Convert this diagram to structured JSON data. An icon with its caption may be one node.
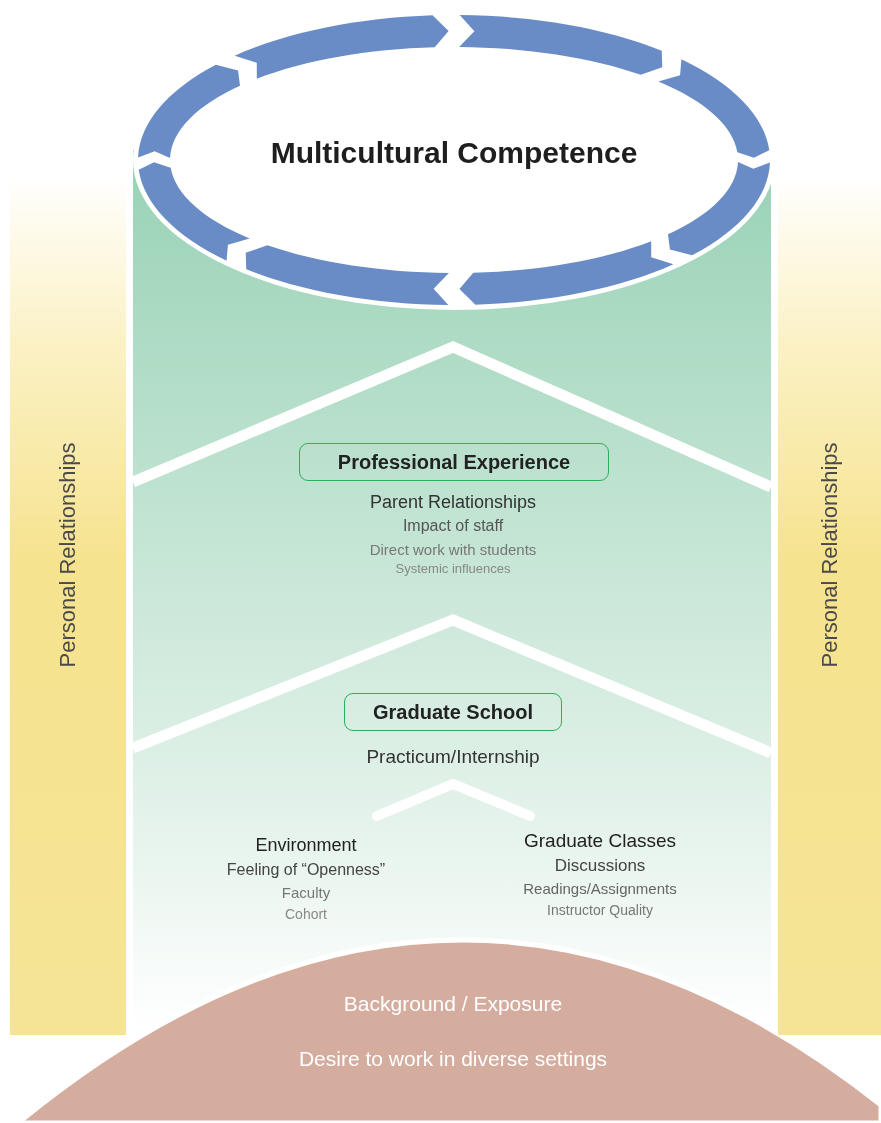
{
  "diagram": {
    "nodes": [
      {
        "text": [
          "Multicultural Competence"
        ]
      },
      {
        "text": [
          "Professional Experience"
        ],
        "beside": [
          "Parent Relationships",
          "Impact of staff",
          "Direct work with students",
          "Systemic influences"
        ]
      },
      {
        "text": [
          "Graduate School"
        ],
        "beside": [
          "Practicum/Internship"
        ]
      },
      {
        "text": [
          "Background / Exposure",
          "Desire to work in diverse settings"
        ]
      },
      {
        "text": [
          "Personal Relationships"
        ]
      },
      {
        "text": [
          "Personal Relationships"
        ]
      }
    ],
    "labels": [
      "Environment",
      "Feeling of “Openness”",
      "Faculty",
      "Cohort",
      "Graduate Classes",
      "Discussions",
      "Readings/Assignments",
      "Instructor Quality"
    ]
  }
}
